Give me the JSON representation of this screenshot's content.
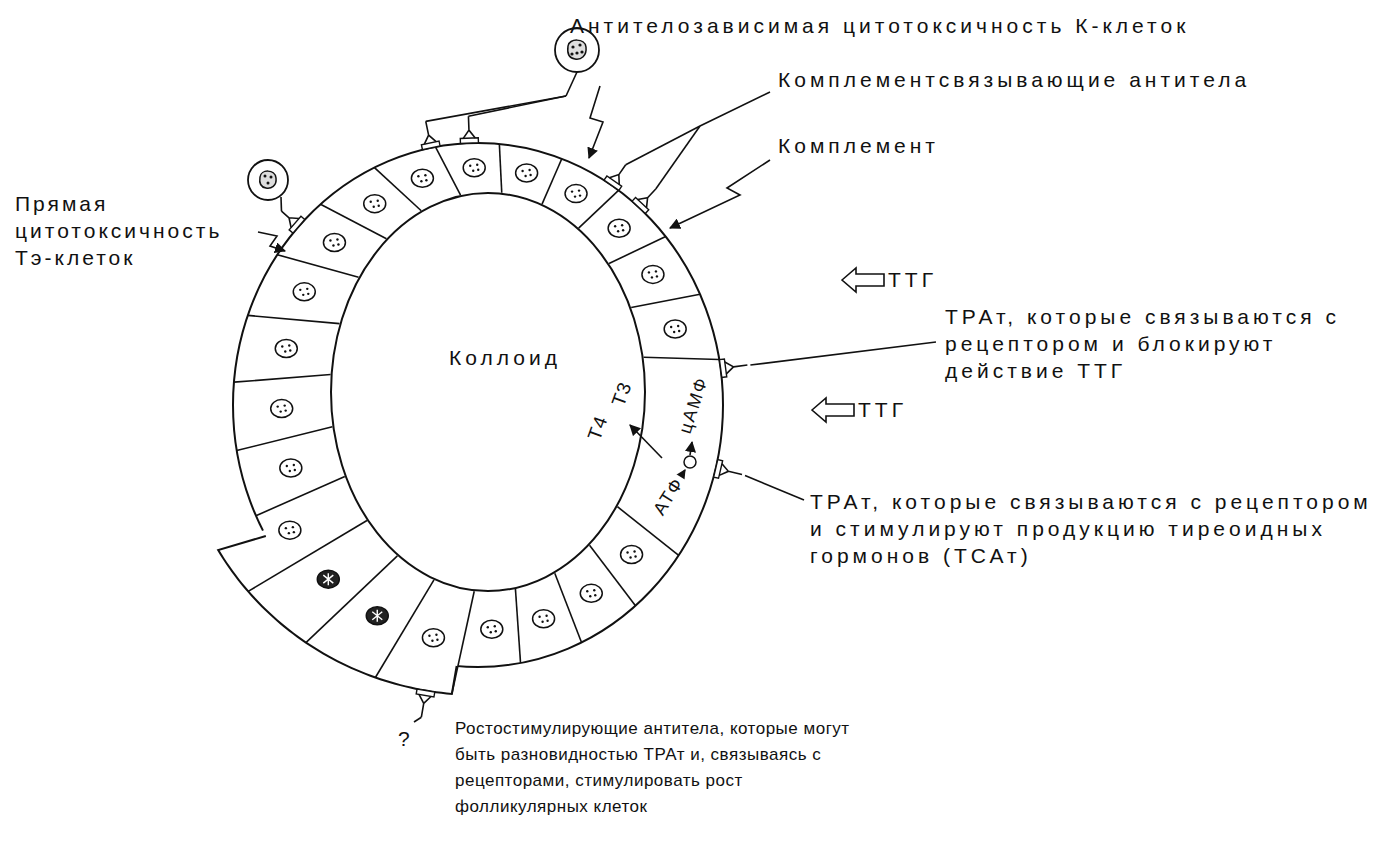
{
  "diagram": {
    "nodes": [
      {
        "text": [
          "Коллоид"
        ]
      }
    ],
    "labels": [
      "Антителозависимая цитотоксичность К-клеток",
      "Комплементсвязывающие антитела",
      "Комплемент",
      "Прямая цитотоксичность Тэ-клеток",
      "ТТГ",
      "ТРАт, которые связываются с рецептором и блокируют действие ТТГ",
      "ТТГ",
      "T4",
      "T3",
      "цАМФ",
      "АТФ",
      "ТРАт, которые связываются с рецептором и стимулируют продукцию тиреоидных гормонов (ТСАт)",
      "?",
      "Ростостимулирующие антитела, которые могут быть разновидностью ТРАт и, связываясь с рецепторами, стимулировать рост фолликулярных клеток"
    ]
  }
}
